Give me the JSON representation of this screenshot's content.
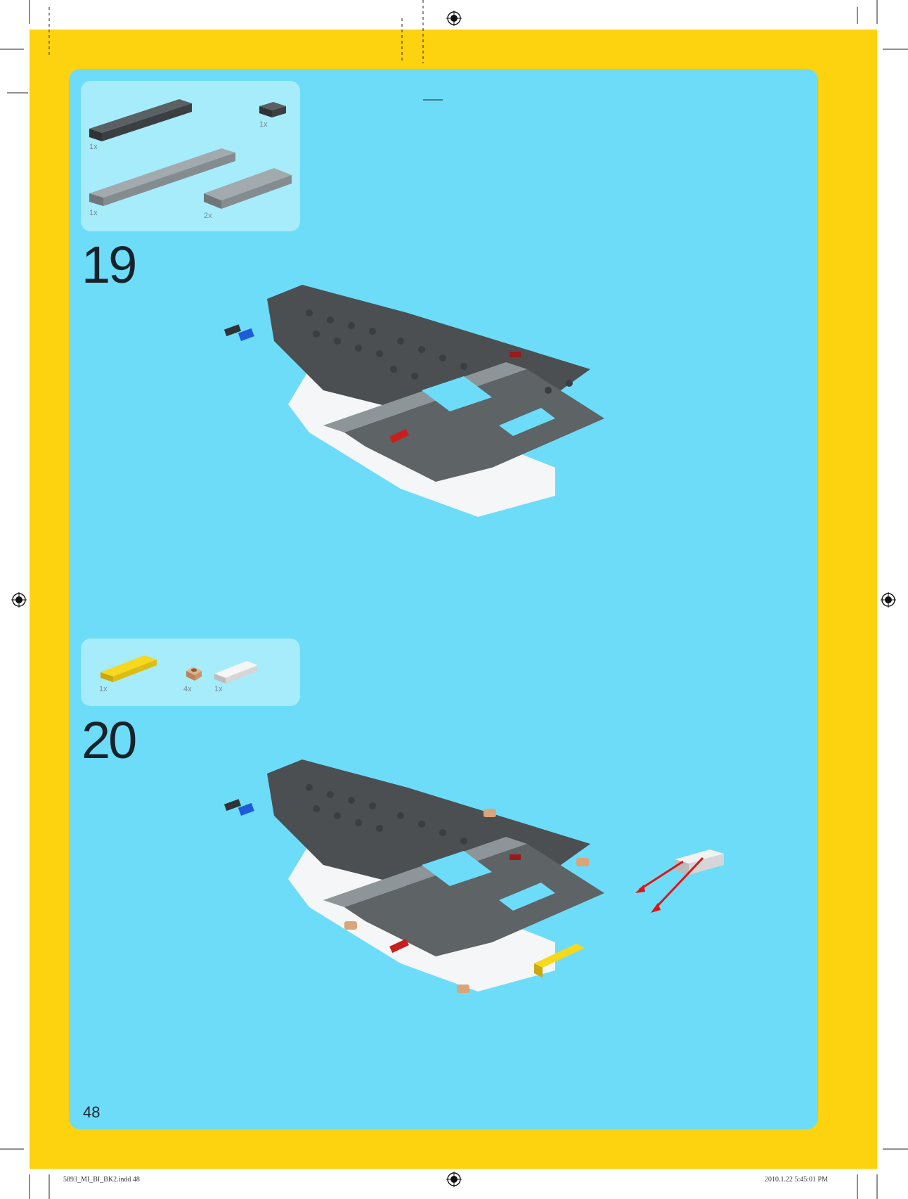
{
  "page": {
    "colors": {
      "trim": "#fdd20e",
      "panel": "#6ddcf8",
      "parts_box": "#a6ecfb",
      "text": "#17222a"
    },
    "page_number": "48",
    "footer_left": "5893_MI_BI_BK2.indd   48",
    "footer_right": "2010.1.22   5:45:01 PM"
  },
  "steps": [
    {
      "number": "19",
      "parts": [
        {
          "name": "plate-1x8-dark-grey",
          "color": "#4a4f52",
          "qty": "1x"
        },
        {
          "name": "plate-1x2-dark-grey",
          "color": "#4a4f52",
          "qty": "1x"
        },
        {
          "name": "plate-1x12-light-grey",
          "color": "#8f979a",
          "qty": "1x"
        },
        {
          "name": "plate-2x6-light-grey",
          "color": "#8f979a",
          "qty": "2x"
        }
      ],
      "icon": "assembled-chassis-model"
    },
    {
      "number": "20",
      "parts": [
        {
          "name": "tile-1x4-yellow",
          "color": "#f6d81c",
          "qty": "1x"
        },
        {
          "name": "plate-1x1-round-tan",
          "color": "#d9a57a",
          "qty": "4x"
        },
        {
          "name": "tile-1x4-white",
          "color": "#eeeeee",
          "qty": "1x"
        }
      ],
      "icon": "assembled-chassis-model-with-arrows"
    }
  ]
}
